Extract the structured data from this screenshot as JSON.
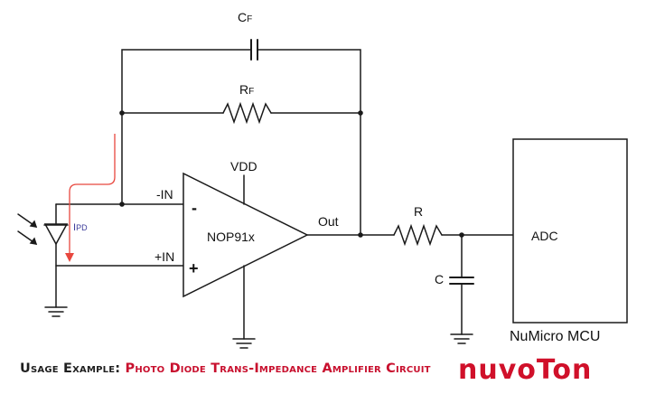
{
  "diagram": {
    "labels": {
      "cf_main": "C",
      "cf_sub": "F",
      "rf_main": "R",
      "rf_sub": "F",
      "vdd": "VDD",
      "minus_in": "-IN",
      "plus_in": "+IN",
      "minus_sign": "-",
      "plus_sign": "+",
      "opamp": "NOP91x",
      "out": "Out",
      "ipd_main": "I",
      "ipd_sub": "PD",
      "r": "R",
      "c": "C",
      "adc": "ADC",
      "mcu": "NuMicro MCU"
    },
    "colors": {
      "wire": "#1a1a1a",
      "current_arrow": "#e8473e",
      "ipd_label": "#3c3c9a"
    }
  },
  "caption": {
    "label": "Usage Example:",
    "title": "Photo Diode Trans-Impedance Amplifier Circuit",
    "label_color": "#1f1f1f",
    "title_color": "#c8102e"
  },
  "logo": {
    "text": "nuvoTon",
    "color": "#d0102a"
  }
}
